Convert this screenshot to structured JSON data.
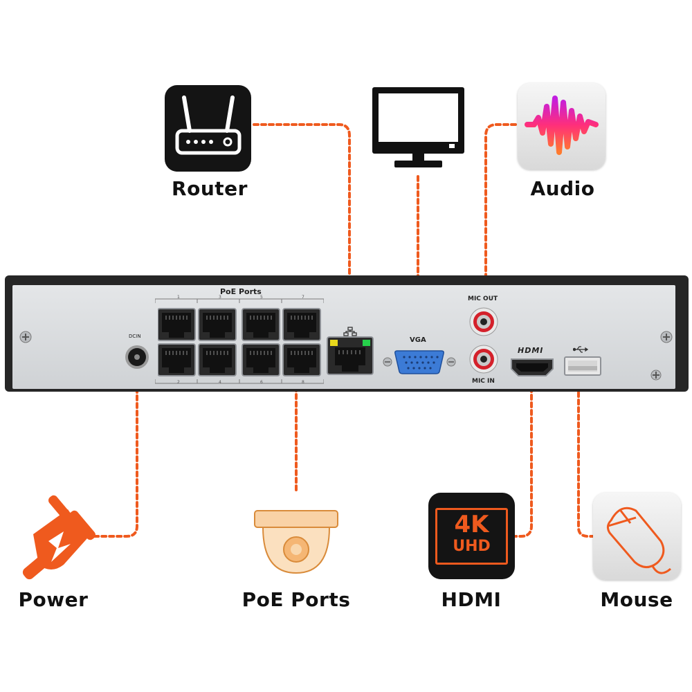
{
  "devices": {
    "router": {
      "label": "Router"
    },
    "monitor": {
      "label": ""
    },
    "audio": {
      "label": "Audio"
    },
    "power": {
      "label": "Power"
    },
    "poe": {
      "label": "PoE Ports"
    },
    "hdmi": {
      "label": "HDMI",
      "badge_top": "4K",
      "badge_bottom": "UHD"
    },
    "mouse": {
      "label": "Mouse"
    }
  },
  "panel": {
    "dcin": "DCIN",
    "poe_title": "PoE Ports",
    "port_numbers_top": [
      "1",
      "3",
      "5",
      "7"
    ],
    "port_numbers_bottom": [
      "2",
      "4",
      "6",
      "8"
    ],
    "vga": "VGA",
    "mic_out": "MIC OUT",
    "mic_in": "MIC IN",
    "hdmi_logo": "HDMI",
    "usb_symbol": "usb-icon"
  },
  "colors": {
    "connector_line": "#ef5a1e",
    "panel": "#d7d9dc",
    "chassis": "#2b2b2b",
    "audio_gradient": [
      "#ff7b2e",
      "#ff2f7a",
      "#c21ee0"
    ]
  }
}
